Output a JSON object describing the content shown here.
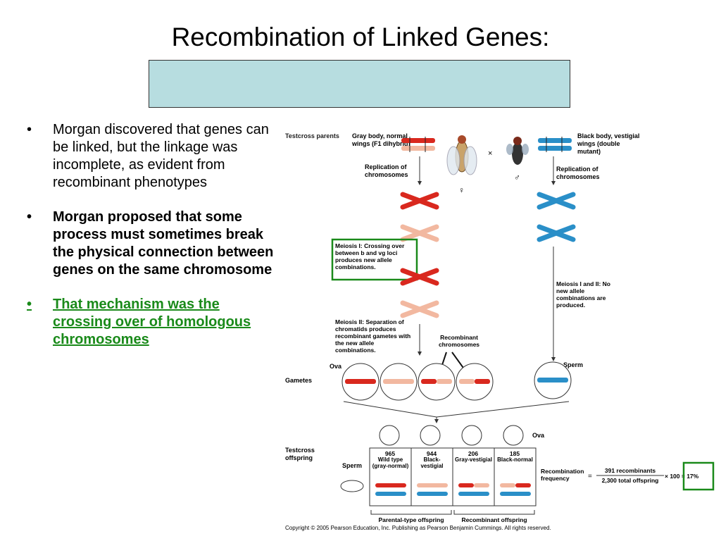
{
  "slide": {
    "title": "Recombination of Linked Genes:",
    "bullets": [
      {
        "dot": "•",
        "text": "Morgan discovered that genes can be linked, but the linkage was incomplete, as evident from recombinant phenotypes"
      },
      {
        "dot": "•",
        "text": "Morgan proposed that some process must sometimes break the physical connection between genes on the same chromosome"
      },
      {
        "dot": "•",
        "text": "That mechanism was the crossing over of homologous chromosomes"
      }
    ]
  },
  "figure": {
    "testcross_parents": "Testcross parents",
    "parent_female": "Gray body, normal wings (F1 dihybrid)",
    "parent_male": "Black body, vestigial wings (double mutant)",
    "replication": "Replication of chromosomes",
    "meiosis1": "Meiosis I: Crossing over between b and vg loci produces new allele combinations.",
    "meiosis_male": "Meiosis I and II: No new allele combinations are produced.",
    "meiosis2": "Meiosis II: Separation of chromatids produces recombinant gametes with the new allele combinations.",
    "recombinant_chromosomes": "Recombinant chromosomes",
    "ova": "Ova",
    "sperm": "Sperm",
    "gametes": "Gametes",
    "female_symbol": "♀",
    "male_symbol": "♂",
    "cross_symbol": "×",
    "testcross_offspring": "Testcross offspring",
    "offspring": [
      {
        "count": "965",
        "label": "Wild type (gray-normal)"
      },
      {
        "count": "944",
        "label": "Black-vestigial"
      },
      {
        "count": "206",
        "label": "Gray-vestigial"
      },
      {
        "count": "185",
        "label": "Black-normal"
      }
    ],
    "parental_type": "Parental-type offspring",
    "recombinant_offspring": "Recombinant offspring",
    "recomb_freq_label": "Recombination frequency",
    "recomb_numerator": "391 recombinants",
    "recomb_denominator": "2,300 total offspring",
    "recomb_result": "× 100 = 17%",
    "copyright": "Copyright © 2005 Pearson Education, Inc. Publishing as Pearson Benjamin Cummings. All rights reserved."
  }
}
